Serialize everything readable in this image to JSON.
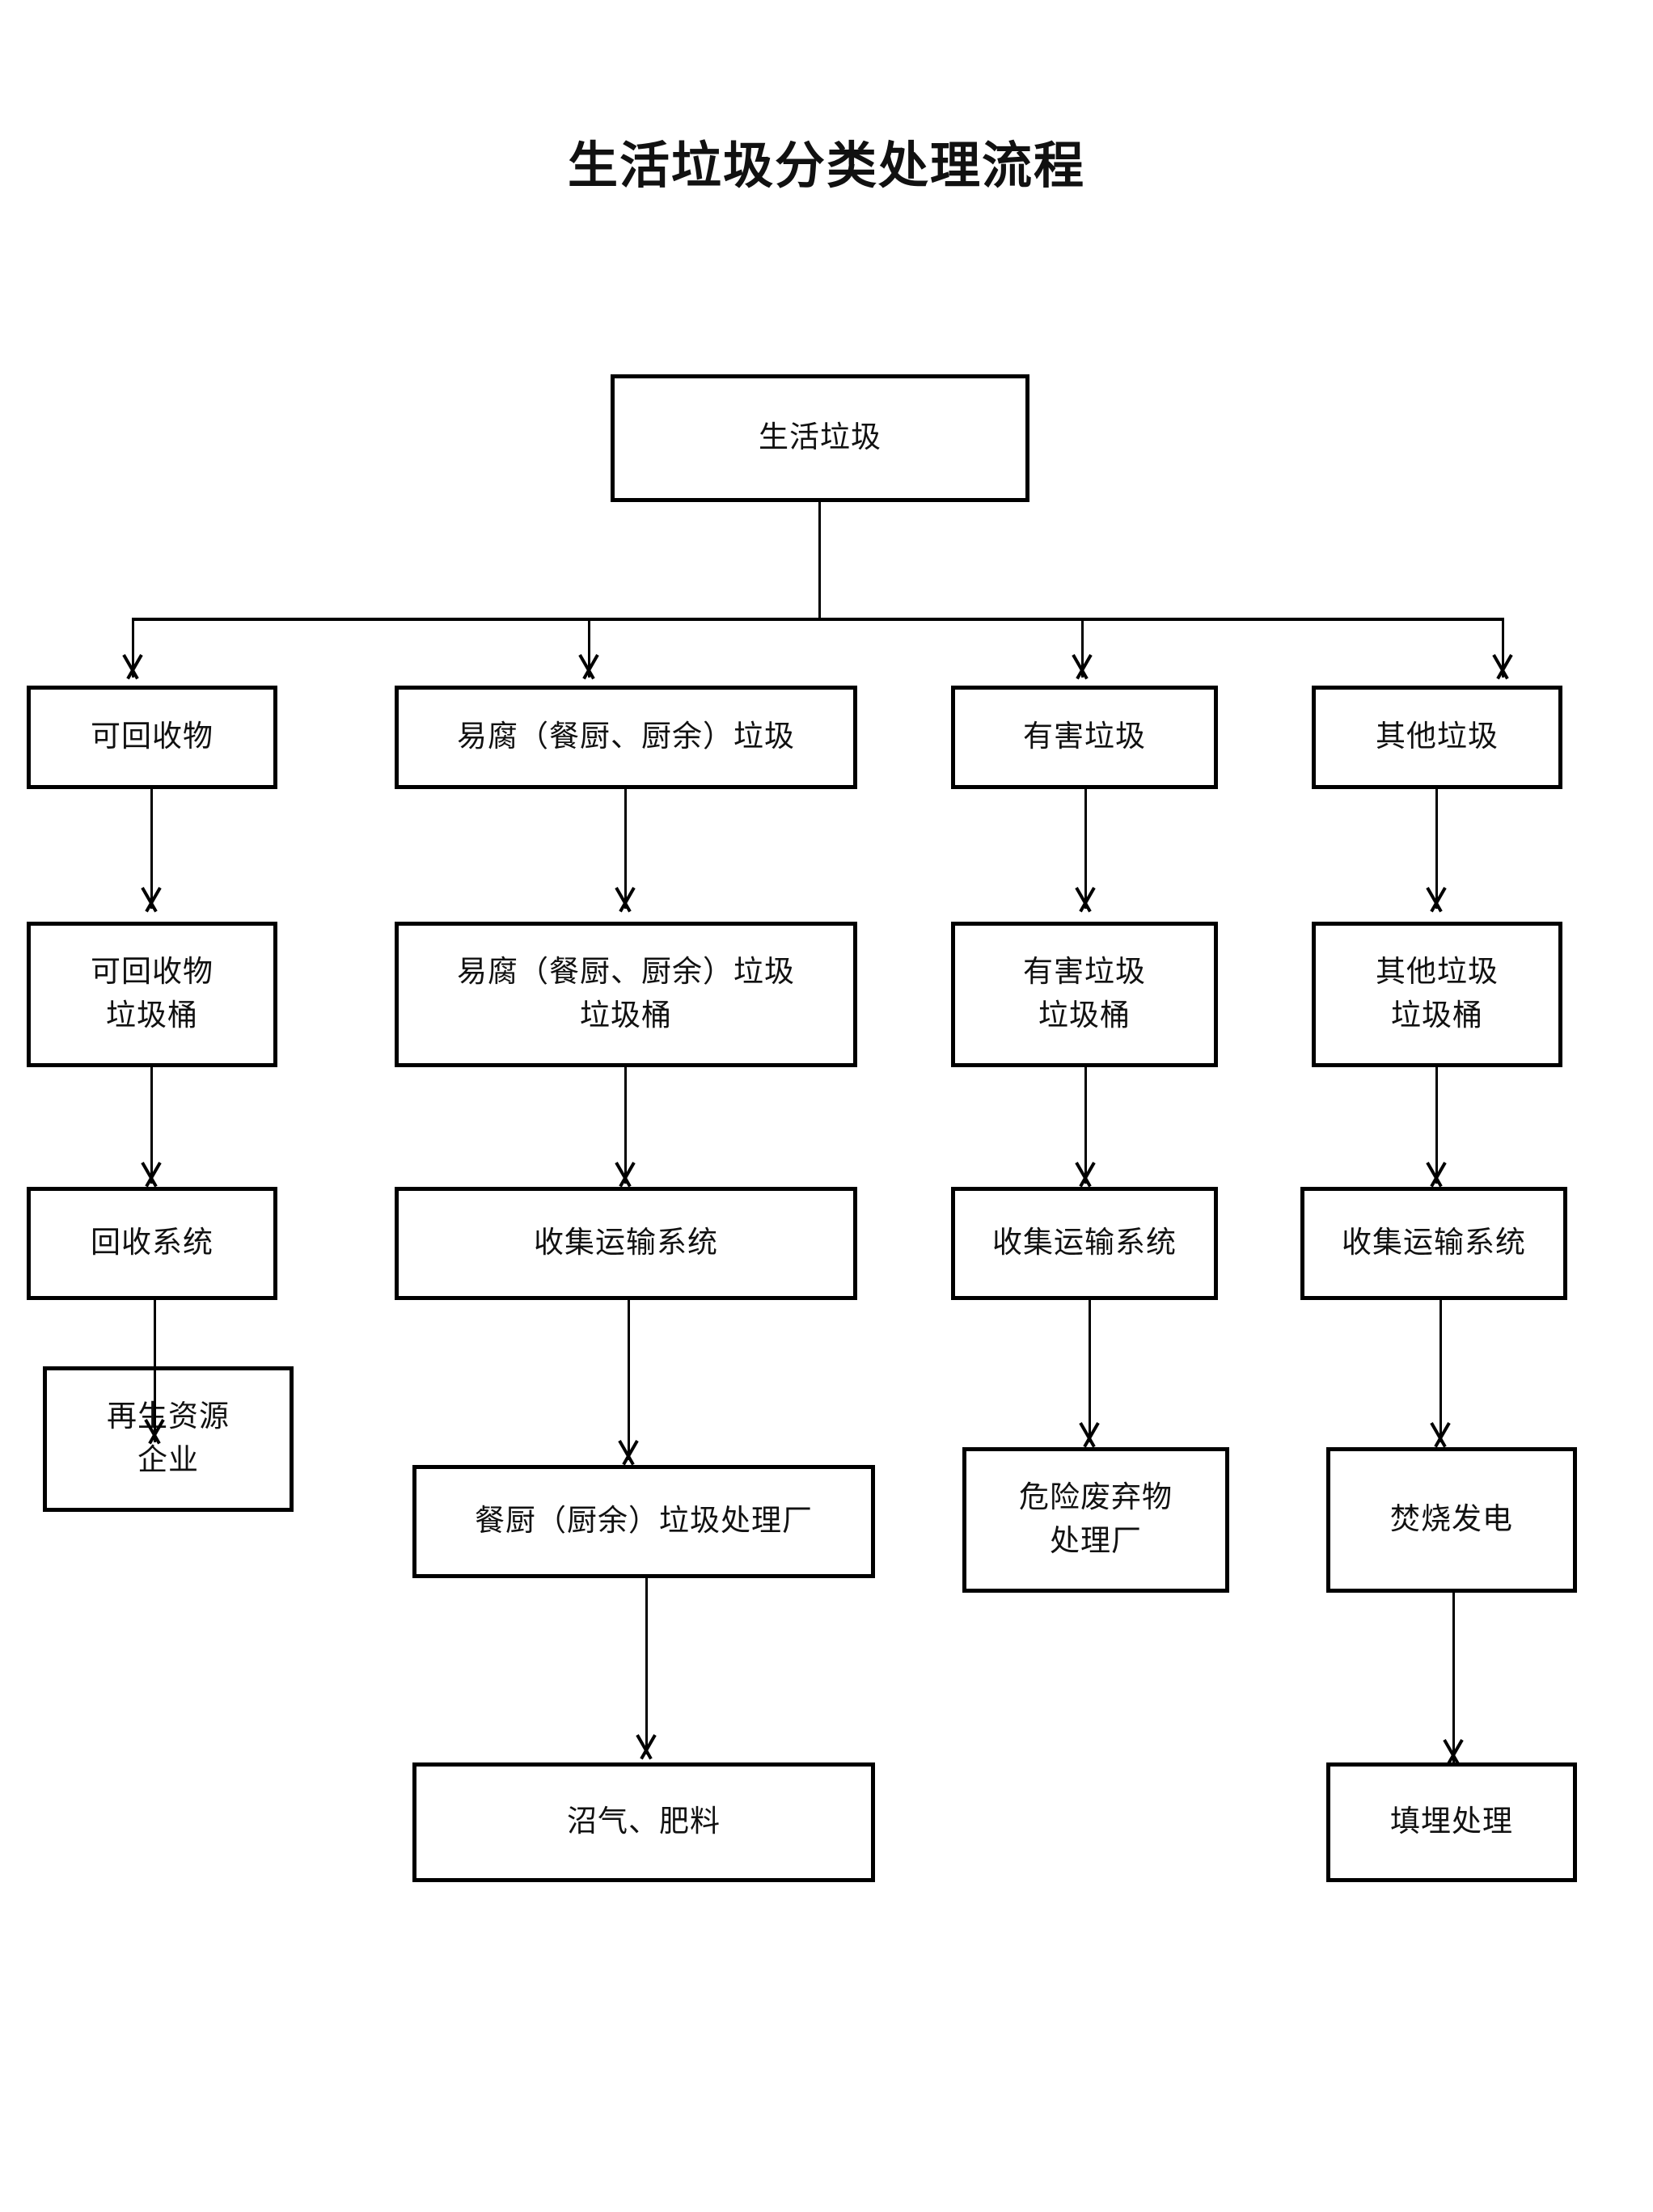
{
  "document": {
    "title": "生活垃圾分类处理流程"
  },
  "diagram": {
    "type": "flowchart",
    "orientation": "top-down",
    "root": {
      "id": "household-waste",
      "label": "生活垃圾"
    },
    "branches": [
      {
        "id": "recyclable",
        "category_label": "可回收物",
        "bin_label": "可回收物\n垃圾桶",
        "system_label": "回收系统",
        "facility_label": "再生资源\n企业",
        "output_label": ""
      },
      {
        "id": "perishable",
        "category_label": "易腐（餐厨、厨余）垃圾",
        "bin_label": "易腐（餐厨、厨余）垃圾\n垃圾桶",
        "system_label": "收集运输系统",
        "facility_label": "餐厨（厨余）垃圾处理厂",
        "output_label": "沼气、肥料"
      },
      {
        "id": "hazardous",
        "category_label": "有害垃圾",
        "bin_label": "有害垃圾\n垃圾桶",
        "system_label": "收集运输系统",
        "facility_label": "危险废弃物\n处理厂",
        "output_label": ""
      },
      {
        "id": "other",
        "category_label": "其他垃圾",
        "bin_label": "其他垃圾\n垃圾桶",
        "system_label": "收集运输系统",
        "facility_label": "焚烧发电",
        "output_label": "填埋处理"
      }
    ],
    "colors": {
      "box_border": "#000000",
      "box_fill": "#ffffff",
      "connector": "#000000",
      "text": "#111111",
      "background": "#ffffff"
    }
  }
}
